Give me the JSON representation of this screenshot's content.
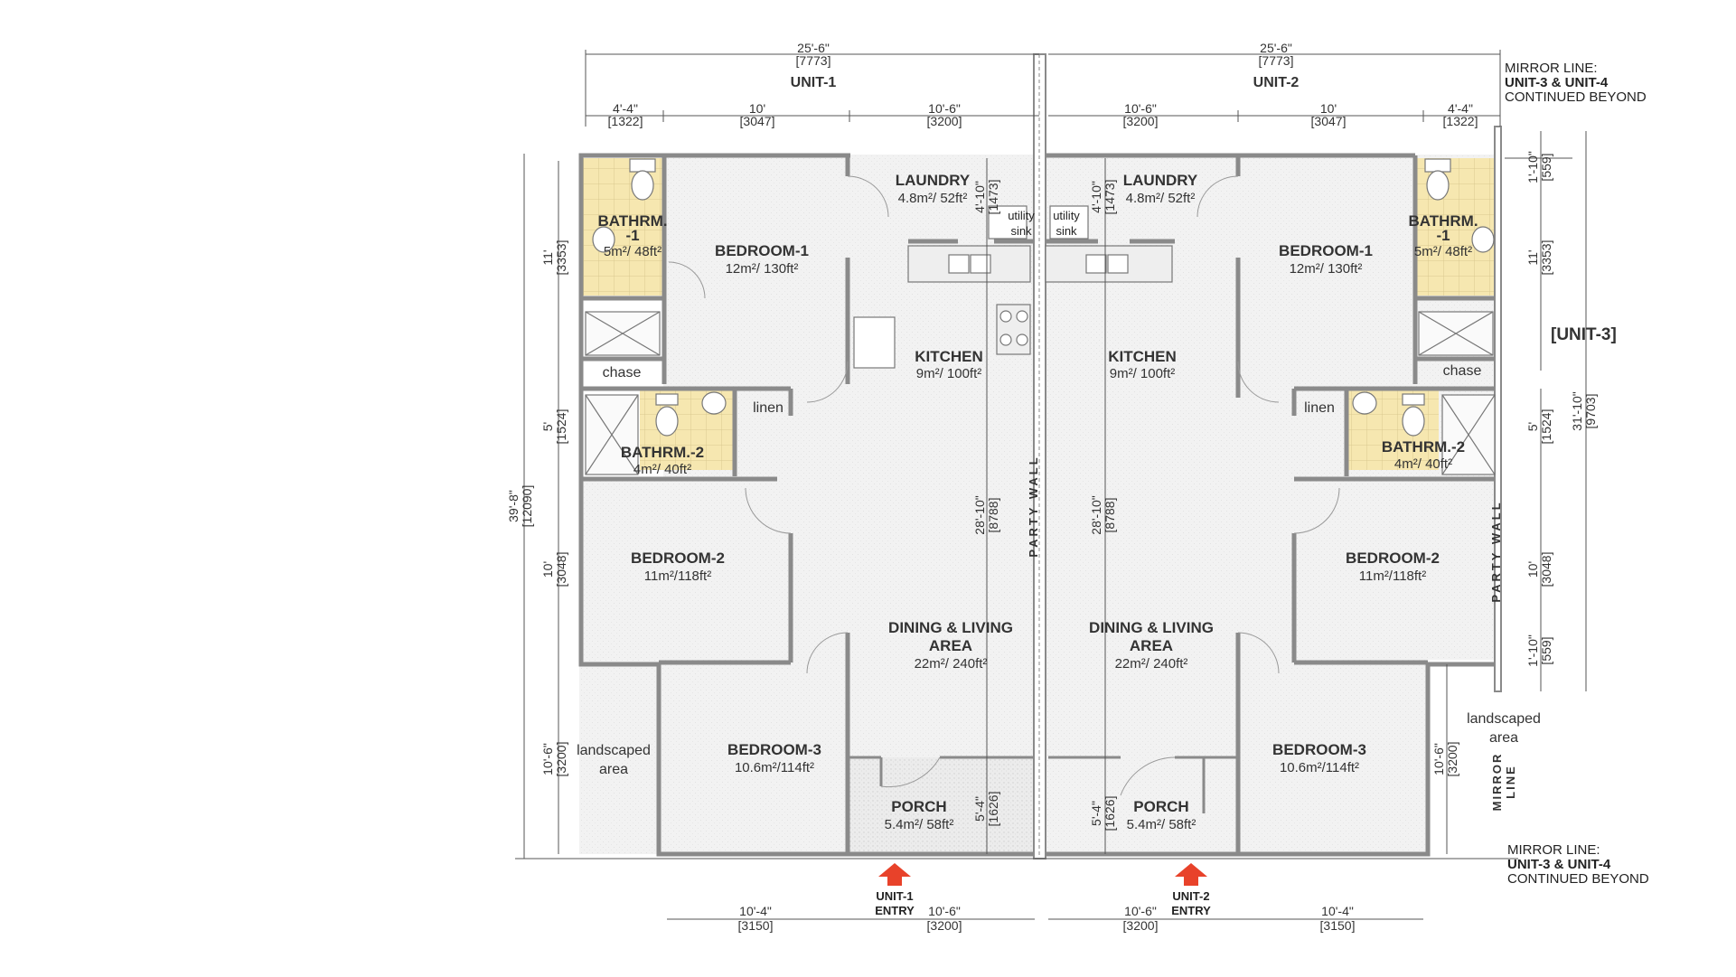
{
  "units": {
    "unit1": "UNIT-1",
    "unit2": "UNIT-2",
    "unit3": "[UNIT-3]",
    "entry1_a": "UNIT-1",
    "entry2_a": "UNIT-2",
    "entry": "ENTRY"
  },
  "notes": {
    "mirror_top_1": "MIRROR LINE:",
    "mirror_top_2": "UNIT-3 & UNIT-4",
    "mirror_top_3": "CONTINUED BEYOND",
    "mirror_bot_1": "MIRROR LINE:",
    "mirror_bot_2": "UNIT-3 & UNIT-4",
    "mirror_bot_3": "CONTINUED BEYOND",
    "party_wall": "PARTY WALL",
    "mirror_line": "MIRROR LINE",
    "mirror_word1": "MIRROR",
    "mirror_word2": "LINE",
    "landscaped": "landscaped",
    "area_word": "area"
  },
  "rooms": {
    "laundry": "LAUNDRY",
    "laundry_area": "4.8m²/ 52ft²",
    "utility": "utility",
    "sink": "sink",
    "bathroom1_a": "BATHRM.",
    "bathroom1_b": "-1",
    "bathroom1_area": "5m²/ 48ft²",
    "bedroom1": "BEDROOM-1",
    "bedroom1_area": "12m²/ 130ft²",
    "kitchen": "KITCHEN",
    "kitchen_area": "9m²/ 100ft²",
    "chase": "chase",
    "linen": "linen",
    "bathroom2": "BATHRM.-2",
    "bathroom2_area": "4m²/ 40ft²",
    "bedroom2": "BEDROOM-2",
    "bedroom2_area": "11m²/118ft²",
    "dining_a": "DINING & LIVING",
    "dining_b": "AREA",
    "dining_area": "22m²/ 240ft²",
    "bedroom3": "BEDROOM-3",
    "bedroom3_area": "10.6m²/114ft²",
    "porch": "PORCH",
    "porch_area": "5.4m²/ 58ft²"
  },
  "dimensions": {
    "total_w": "25'-6\"",
    "total_w_mm": "[7773]",
    "d_4_4": "4'-4\"",
    "d_4_4_mm": "[1322]",
    "d_10": "10'",
    "d_10_mm": "[3047]",
    "d_10_6": "10'-6\"",
    "d_10_6_mm": "[3200]",
    "d_10_4": "10'-4\"",
    "d_10_4_mm": "[3150]",
    "d_39_8": "39'-8\"",
    "d_39_8_mm": "[12090]",
    "d_11": "11'",
    "d_11_mm": "[3353]",
    "d_5": "5'",
    "d_5_mm": "[1524]",
    "d_10v": "10'",
    "d_10v_mm": "[3048]",
    "d_10_6v": "10'-6\"",
    "d_10_6v_mm": "[3200]",
    "d_4_10": "4'-10\"",
    "d_4_10_mm": "[1473]",
    "d_28_10": "28'-10\"",
    "d_28_10_mm": "[8788]",
    "d_5_4": "5'-4\"",
    "d_5_4_mm": "[1626]",
    "d_1_10": "1'-10\"",
    "d_1_10_mm": "[559]",
    "d_31_10": "31'-10\"",
    "d_31_10_mm": "[9703]"
  },
  "colors": {
    "wall": "#8a8a8a",
    "floor": "#f1f1f1",
    "tile": "#f6e7b0",
    "dim_line": "#555555",
    "arrow": "#e8422a"
  }
}
